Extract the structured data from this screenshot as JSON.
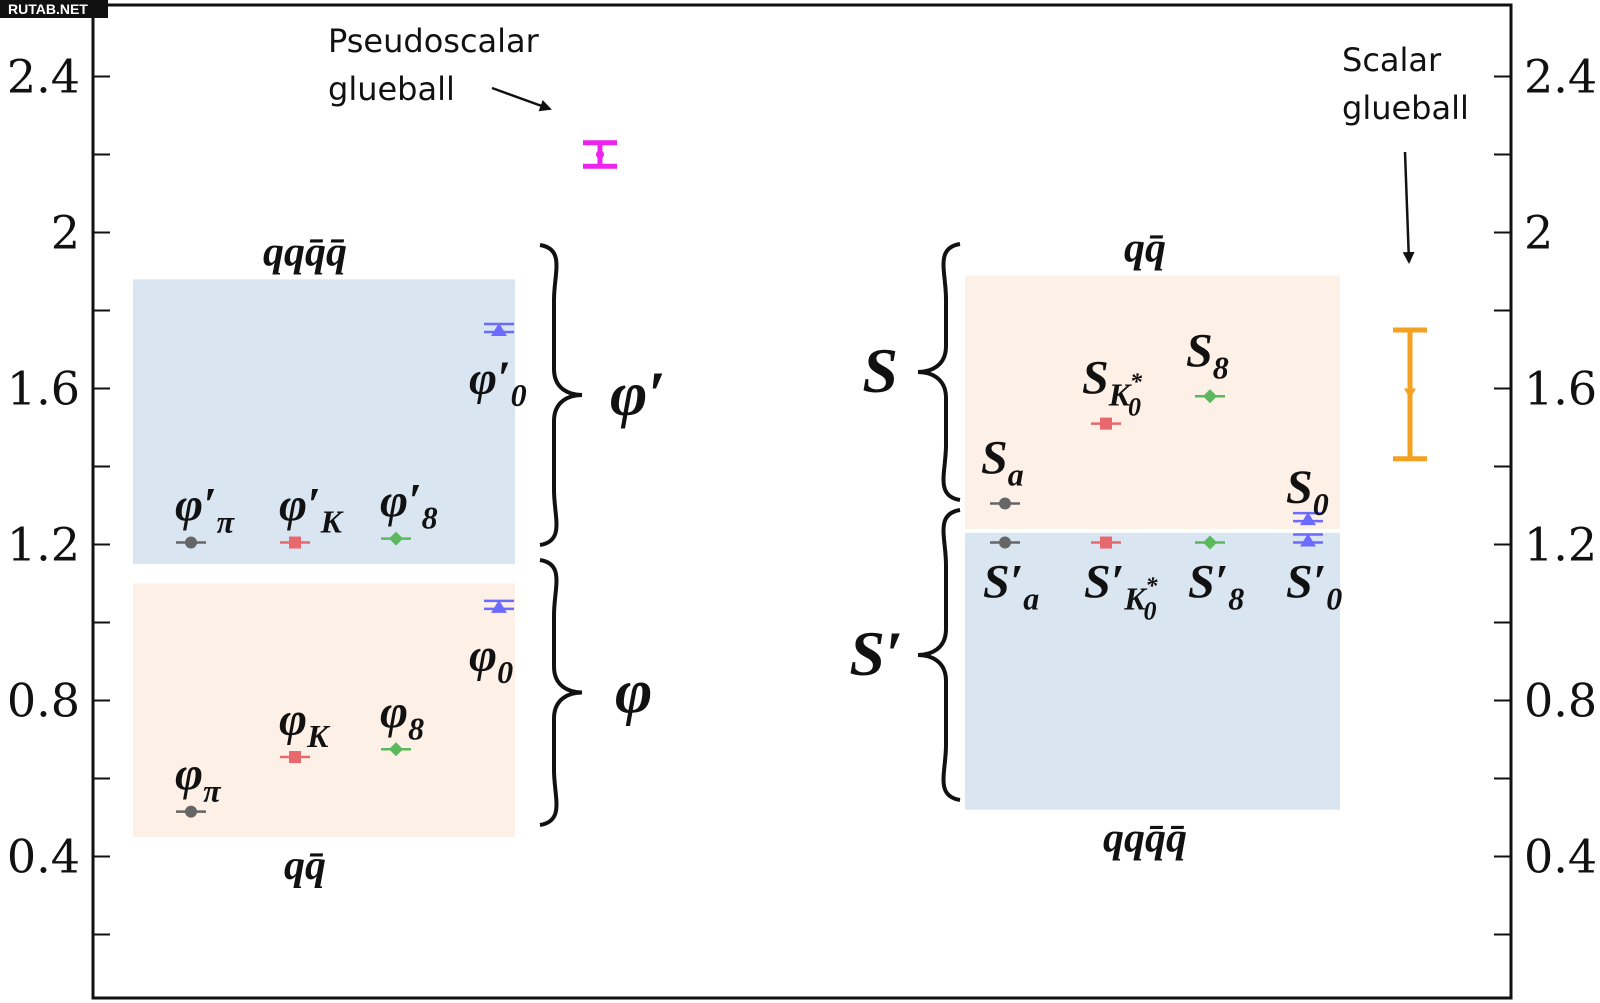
{
  "watermark": "RUTAB.NET",
  "chart_data": {
    "type": "scatter",
    "ylim": [
      0,
      2.5
    ],
    "y_ticks": [
      "2.4",
      "2",
      "1.6",
      "1.2",
      "0.8",
      "0.4"
    ],
    "y_tick_values": [
      2.4,
      2.0,
      1.6,
      1.2,
      0.8,
      0.4
    ],
    "grid": false,
    "colors": {
      "pi": "#666666",
      "K": "#e8686e",
      "eight": "#5cb85c",
      "zero": "#6b6bff",
      "pseudoscalar": "#ee22ee",
      "scalar_glueball": "#f4a020",
      "band_blue": "#d9e6f2",
      "band_orange": "#fdf0e6"
    },
    "bands": [
      {
        "group": "left",
        "label": "qqq̄q̄",
        "y_from": 1.15,
        "y_to": 1.88,
        "color": "band_blue"
      },
      {
        "group": "left",
        "label": "qq̄",
        "y_from": 0.45,
        "y_to": 1.1,
        "color": "band_orange"
      },
      {
        "group": "right",
        "label": "qq̄",
        "y_from": 1.24,
        "y_to": 1.89,
        "color": "band_orange"
      },
      {
        "group": "right",
        "label": "qqq̄q̄",
        "y_from": 0.52,
        "y_to": 1.23,
        "color": "band_blue"
      }
    ],
    "brace_labels": {
      "phi_prime": "φ′",
      "phi": "φ",
      "S": "S",
      "S_prime": "S′"
    },
    "points": [
      {
        "label": "φ′π",
        "group": "left",
        "col": 0,
        "y": 1.205,
        "color": "pi",
        "marker": "circle"
      },
      {
        "label": "φ′K",
        "group": "left",
        "col": 1,
        "y": 1.205,
        "color": "K",
        "marker": "square"
      },
      {
        "label": "φ′8",
        "group": "left",
        "col": 2,
        "y": 1.215,
        "color": "eight",
        "marker": "diamond"
      },
      {
        "label": "φ′0",
        "group": "left",
        "col": 3,
        "y": 1.745,
        "color": "zero",
        "marker": "triangle"
      },
      {
        "label": "φπ",
        "group": "left",
        "col": 0,
        "y": 0.515,
        "color": "pi",
        "marker": "circle"
      },
      {
        "label": "φK",
        "group": "left",
        "col": 1,
        "y": 0.655,
        "color": "K",
        "marker": "square"
      },
      {
        "label": "φ8",
        "group": "left",
        "col": 2,
        "y": 0.675,
        "color": "eight",
        "marker": "diamond"
      },
      {
        "label": "φ0",
        "group": "left",
        "col": 3,
        "y": 1.035,
        "color": "zero",
        "marker": "triangle"
      },
      {
        "label": "Sa",
        "group": "right",
        "col": 0,
        "y": 1.305,
        "color": "pi",
        "marker": "circle"
      },
      {
        "label": "SK*0",
        "group": "right",
        "col": 1,
        "y": 1.51,
        "color": "K",
        "marker": "square"
      },
      {
        "label": "S8",
        "group": "right",
        "col": 2,
        "y": 1.58,
        "color": "eight",
        "marker": "diamond"
      },
      {
        "label": "S0",
        "group": "right",
        "col": 3,
        "y": 1.26,
        "color": "zero",
        "marker": "triangle"
      },
      {
        "label": "S′a",
        "group": "right",
        "col": 0,
        "y": 1.205,
        "color": "pi",
        "marker": "circle"
      },
      {
        "label": "S′K*0",
        "group": "right",
        "col": 1,
        "y": 1.205,
        "color": "K",
        "marker": "square"
      },
      {
        "label": "S′8",
        "group": "right",
        "col": 2,
        "y": 1.205,
        "color": "eight",
        "marker": "diamond"
      },
      {
        "label": "S′0",
        "group": "right",
        "col": 3,
        "y": 1.205,
        "color": "zero",
        "marker": "triangle"
      }
    ],
    "glueballs": [
      {
        "label": "Pseudoscalar glueball",
        "label_lines": [
          "Pseudoscalar",
          "glueball"
        ],
        "y": 2.2,
        "y_err_low": 2.17,
        "y_err_high": 2.23,
        "color": "pseudoscalar"
      },
      {
        "label": "Scalar glueball",
        "label_lines": [
          "Scalar",
          "glueball"
        ],
        "y": 1.6,
        "y_err_low": 1.42,
        "y_err_high": 1.75,
        "color": "scalar_glueball"
      }
    ]
  }
}
